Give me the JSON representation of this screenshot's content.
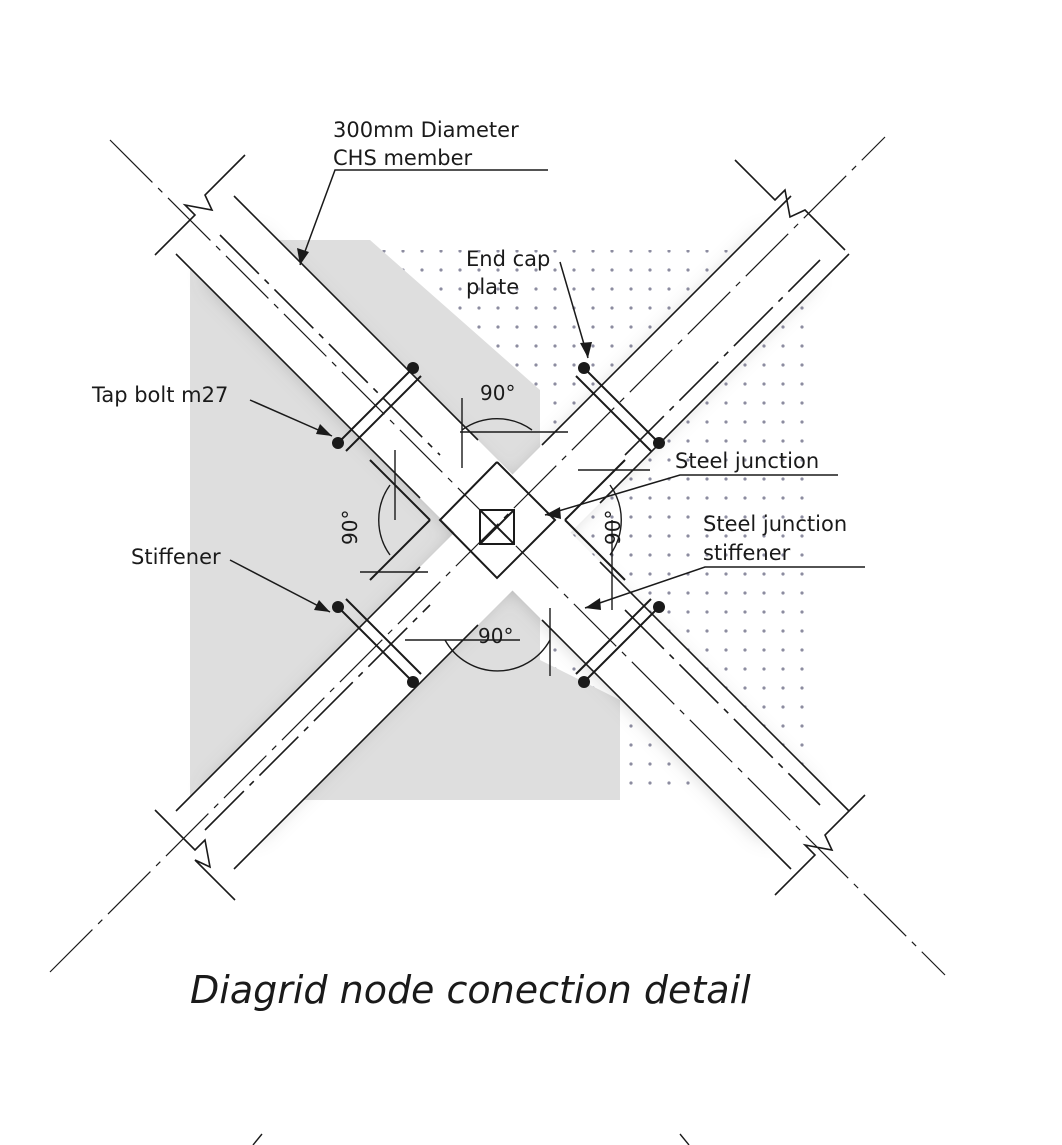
{
  "labels": {
    "chs_member_line1": "300mm Diameter",
    "chs_member_line2": "CHS member",
    "end_cap_line1": "End cap",
    "end_cap_line2": "plate",
    "tap_bolt": "Tap bolt m27",
    "steel_junction": "Steel junction",
    "junction_stiffener_line1": "Steel junction",
    "junction_stiffener_line2": "stiffener",
    "stiffener": "Stiffener"
  },
  "angles": {
    "top": "90°",
    "left": "90°",
    "right": "90°",
    "bottom": "90°"
  },
  "caption": "Diagrid node conection detail",
  "colors": {
    "line": "#1a1a1a",
    "shadow_area": "#dcdcdc",
    "dots": "#8c8ca0",
    "background": "#ffffff"
  }
}
